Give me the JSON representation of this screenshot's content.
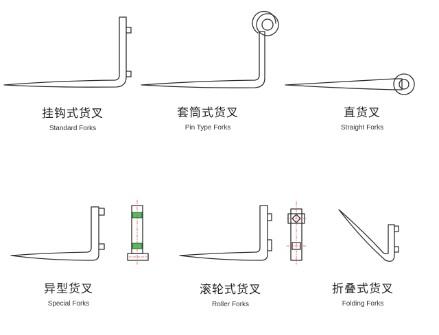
{
  "colors": {
    "stroke": "#2b2b2b",
    "accent_green": "#4fc15a",
    "accent_red": "#d9534f",
    "text": "#222222"
  },
  "forks": [
    {
      "id": "standard",
      "zh": "挂钩式货叉",
      "en": "Standard Forks"
    },
    {
      "id": "pin",
      "zh": "套筒式货叉",
      "en": "Pin Type Forks"
    },
    {
      "id": "straight",
      "zh": "直货叉",
      "en": "Straight Forks"
    },
    {
      "id": "special",
      "zh": "异型货叉",
      "en": "Special Forks"
    },
    {
      "id": "roller",
      "zh": "滚轮式货叉",
      "en": "Roller Forks"
    },
    {
      "id": "folding",
      "zh": "折叠式货叉",
      "en": "Folding Forks"
    }
  ]
}
